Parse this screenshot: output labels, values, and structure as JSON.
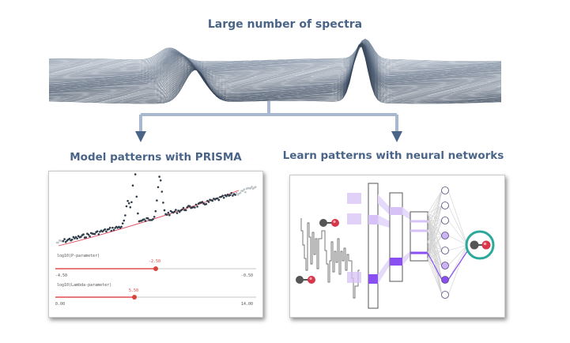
{
  "top_title": "Large number of spectra",
  "left_title": "Model patterns with PRISMA",
  "right_title": "Learn patterns with neural networks",
  "slider1": {
    "label": "log10(P-parameter)",
    "value": "-2.50",
    "min": "-4.50",
    "max": "-0.50",
    "fraction": 0.5
  },
  "slider2": {
    "label": "log10(Lambda-parameter)",
    "value": "5.50",
    "min": "0.00",
    "max": "14.00",
    "fraction": 0.393
  },
  "colors": {
    "accent": "#4a6488",
    "arrow": "#9fb3cc",
    "arrow_head": "#4a6488",
    "fit": "#e0465a",
    "data": "#2f3d4a",
    "highlight": "#8a4ff0",
    "target_ring": "#2aa89a"
  },
  "icons": [
    "co-molecule-icon",
    "co-molecule-icon",
    "co-molecule-icon"
  ]
}
